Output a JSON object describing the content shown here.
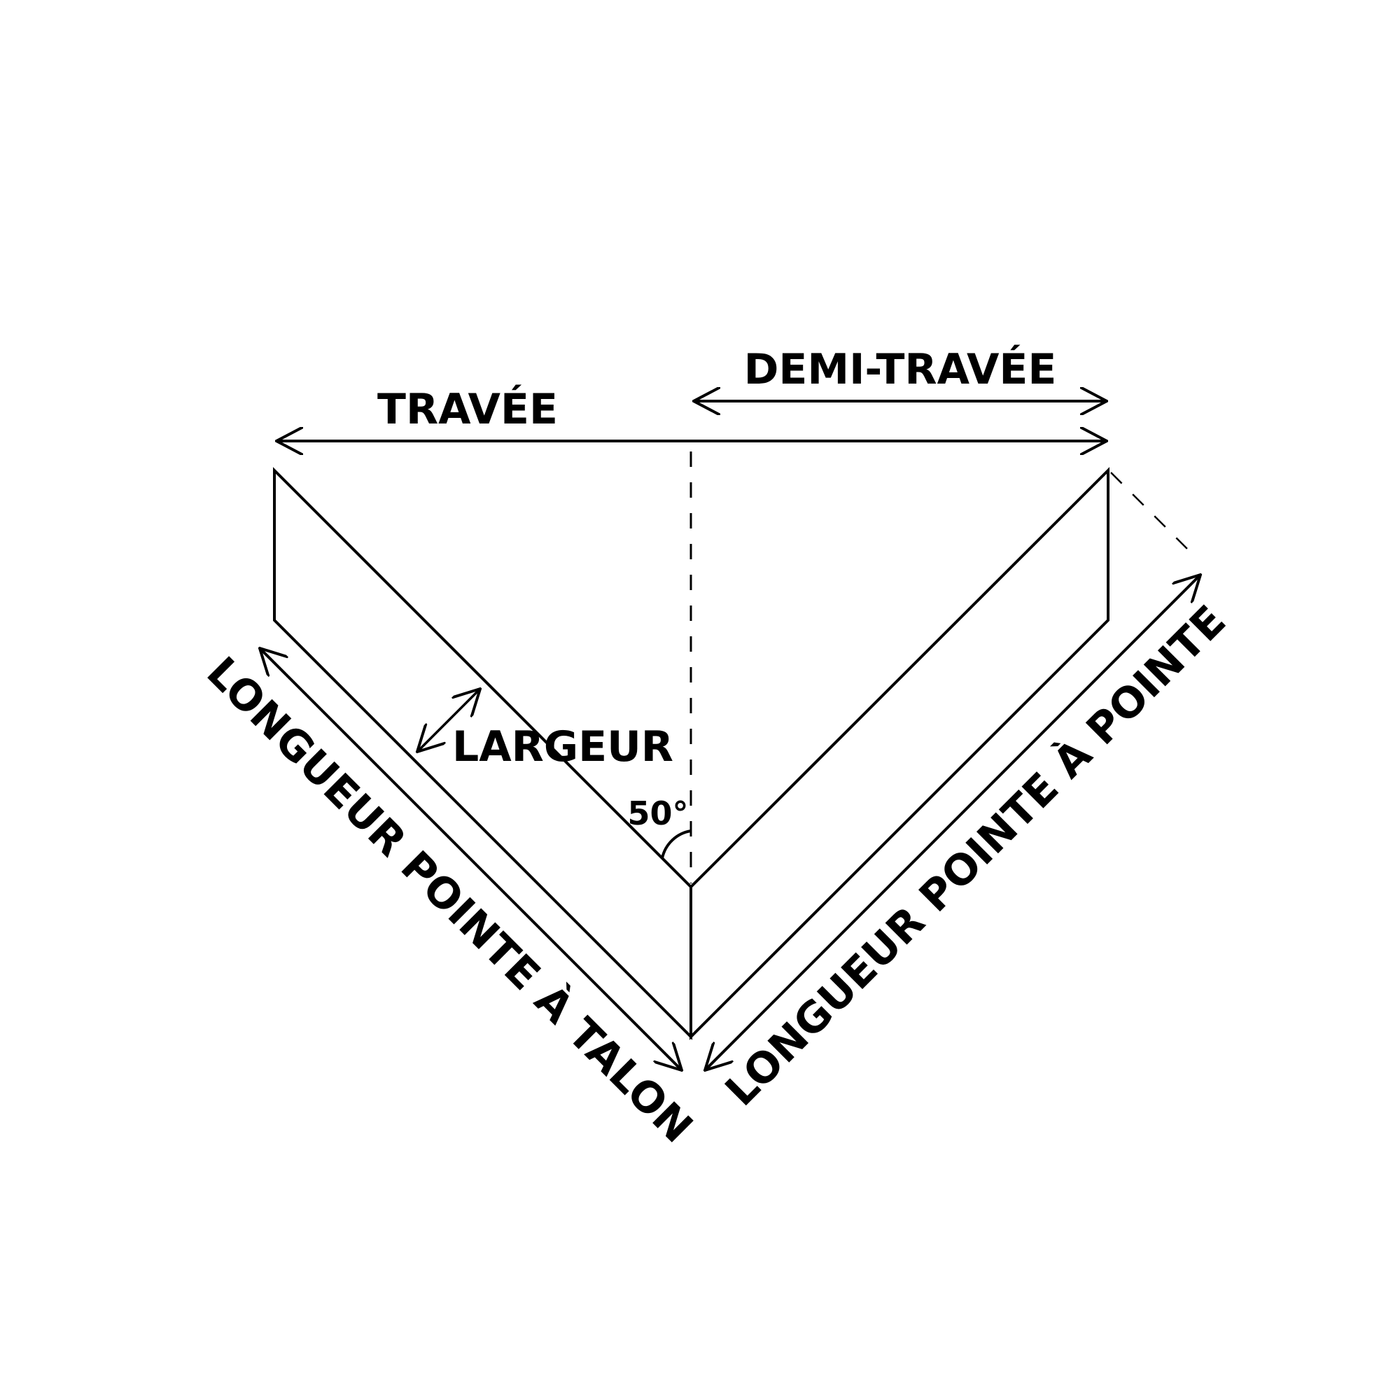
{
  "labels": {
    "span": "TRAVÉE",
    "half_span": "DEMI-TRAVÉE",
    "width": "LARGEUR",
    "angle": "50°",
    "tip_to_heel": "LONGUEUR POINTE À TALON",
    "tip_to_tip": "LONGUEUR POINTE À POINTE"
  },
  "colors": {
    "stroke": "#000000",
    "background": "#ffffff"
  }
}
